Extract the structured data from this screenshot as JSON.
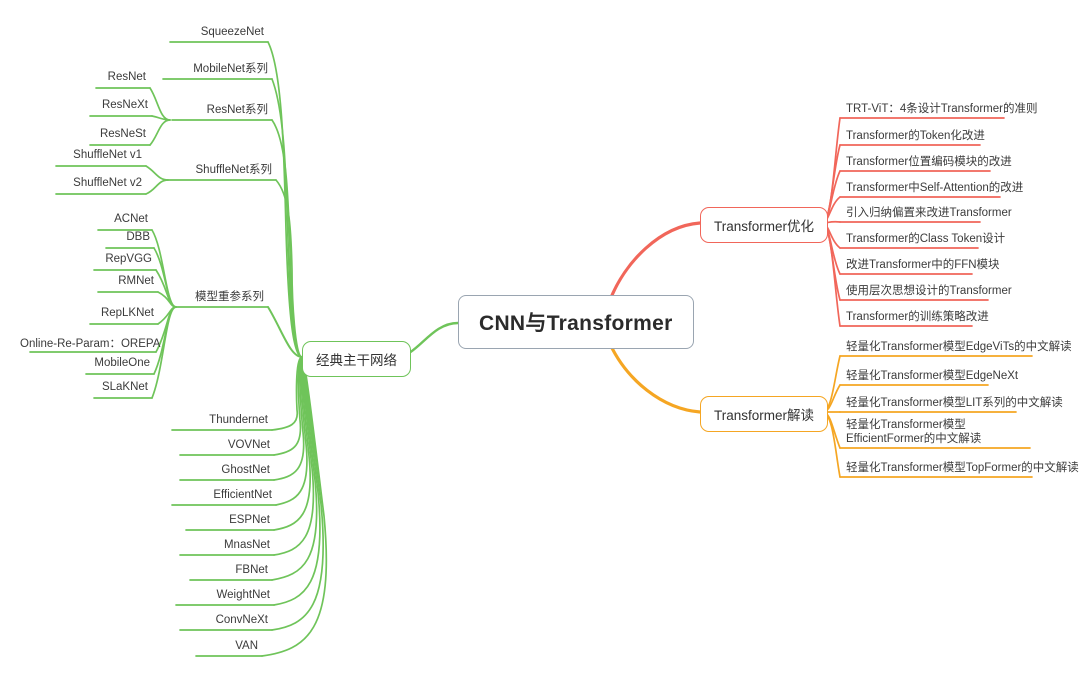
{
  "title": "CNN与Transformer 思维导图",
  "colors": {
    "green": "#6fc45a",
    "red": "#f1665a",
    "amber": "#f5a623",
    "root_border": "#9aa5b1",
    "text": "#3b3b3b",
    "background": "#ffffff"
  },
  "root": {
    "label": "CNN与Transformer"
  },
  "branches": {
    "backbone": {
      "label": "经典主干网络",
      "color": "#6fc45a",
      "side": "left",
      "children": [
        {
          "label": "SqueezeNet",
          "children": []
        },
        {
          "label": "MobileNet系列",
          "children": []
        },
        {
          "label": "ResNet系列",
          "children": [
            {
              "label": "ResNet"
            },
            {
              "label": "ResNeXt"
            },
            {
              "label": "ResNeSt"
            }
          ]
        },
        {
          "label": "ShuffleNet系列",
          "children": [
            {
              "label": "ShuffleNet v1"
            },
            {
              "label": "ShuffleNet v2"
            }
          ]
        },
        {
          "label": "模型重参系列",
          "children": [
            {
              "label": "ACNet"
            },
            {
              "label": "DBB"
            },
            {
              "label": "RepVGG"
            },
            {
              "label": "RMNet"
            },
            {
              "label": "RepLKNet"
            },
            {
              "label": "Online-Re-Param：OREPA"
            },
            {
              "label": "MobileOne"
            },
            {
              "label": "SLaKNet"
            }
          ]
        },
        {
          "label": "Thundernet",
          "children": []
        },
        {
          "label": "VOVNet",
          "children": []
        },
        {
          "label": "GhostNet",
          "children": []
        },
        {
          "label": "EfficientNet",
          "children": []
        },
        {
          "label": "ESPNet",
          "children": []
        },
        {
          "label": "MnasNet",
          "children": []
        },
        {
          "label": "FBNet",
          "children": []
        },
        {
          "label": "WeightNet",
          "children": []
        },
        {
          "label": "ConvNeXt",
          "children": []
        },
        {
          "label": "VAN",
          "children": []
        }
      ]
    },
    "transformer_opt": {
      "label": "Transformer优化",
      "color": "#f1665a",
      "side": "right",
      "children": [
        {
          "label": "TRT-ViT：4条设计Transformer的准则"
        },
        {
          "label": "Transformer的Token化改进"
        },
        {
          "label": "Transformer位置编码模块的改进"
        },
        {
          "label": "Transformer中Self-Attention的改进"
        },
        {
          "label": "引入归纳偏置来改进Transformer"
        },
        {
          "label": "Transformer的Class Token设计"
        },
        {
          "label": "改进Transformer中的FFN模块"
        },
        {
          "label": "使用层次思想设计的Transformer"
        },
        {
          "label": "Transformer的训练策略改进"
        }
      ]
    },
    "transformer_read": {
      "label": "Transformer解读",
      "color": "#f5a623",
      "side": "right",
      "children": [
        {
          "label": "轻量化Transformer模型EdgeViTs的中文解读"
        },
        {
          "label": "轻量化Transformer模型EdgeNeXt"
        },
        {
          "label": "轻量化Transformer模型LIT系列的中文解读"
        },
        {
          "label": "轻量化Transformer模型EfficientFormer的中文解读"
        },
        {
          "label": "轻量化Transformer模型TopFormer的中文解读"
        }
      ]
    }
  }
}
